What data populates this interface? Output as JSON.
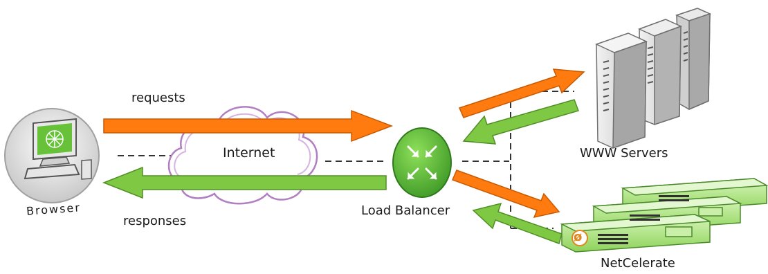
{
  "labels": {
    "requests": "requests",
    "responses": "responses",
    "internet": "Internet",
    "load_balancer": "Load Balancer",
    "www_servers": "WWW Servers",
    "netcelerate": "NetCelerate",
    "browser": "Browser",
    "netcelerate_logo": "ø"
  },
  "colors": {
    "request_arrow": "#ff7a0f",
    "response_arrow": "#7ec843",
    "cloud_outline": "#9c59b3",
    "dashed_line": "#333333",
    "router_green": "#63b73b",
    "appliance_green": "#a8e07a"
  },
  "icons": [
    "computer-monitor-icon",
    "cloud-icon",
    "router-icon",
    "server-tower-icon",
    "appliance-icon"
  ]
}
